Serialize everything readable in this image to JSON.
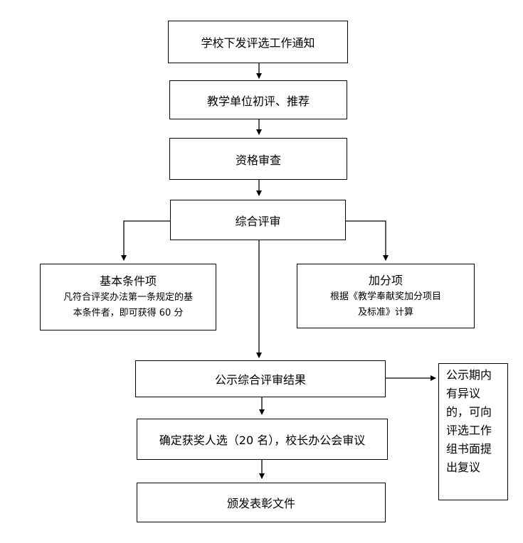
{
  "steps": {
    "notice": "学校下发评选工作通知",
    "initial": "教学单位初评、推荐",
    "review": "资格审查",
    "comprehensive": "综合评审",
    "basic": {
      "title": "基本条件项",
      "line1": "凡符合评奖办法第一条规定的基",
      "line2": "本条件者，即可获得 60 分"
    },
    "bonus": {
      "title": "加分项",
      "line1": "根据《教学奉献奖加分项目",
      "line2": "及标准》计算"
    },
    "publicity": "公示综合评审结果",
    "determine": "确定获奖人选（20 名），校长办公会审议",
    "issue": "颁发表彰文件",
    "objection": [
      "公示期内",
      "有异议",
      "的，可向",
      "评选工作",
      "组书面提",
      "出复议"
    ]
  }
}
